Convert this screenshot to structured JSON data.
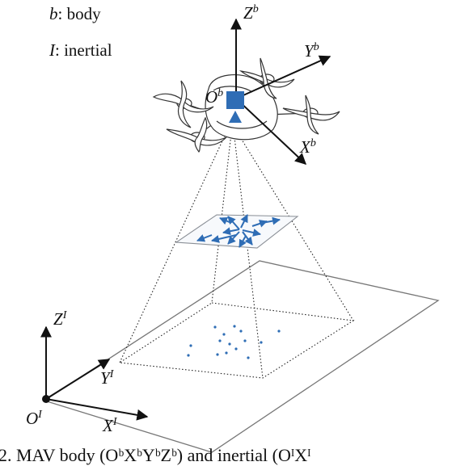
{
  "legend": [
    {
      "symbol": "b",
      "text": ": body"
    },
    {
      "symbol": "I",
      "text": ": inertial"
    }
  ],
  "body_frame": {
    "origin": {
      "base": "O",
      "sup": "b"
    },
    "x": {
      "base": "X",
      "sup": "b"
    },
    "y": {
      "base": "Y",
      "sup": "b"
    },
    "z": {
      "base": "Z",
      "sup": "b"
    }
  },
  "inertial_frame": {
    "origin": {
      "base": "O",
      "sup": "I"
    },
    "x": {
      "base": "X",
      "sup": "I"
    },
    "y": {
      "base": "Y",
      "sup": "I"
    },
    "z": {
      "base": "Z",
      "sup": "I"
    }
  },
  "caption": "2. MAV body (OᵇXᵇYᵇZᵇ) and inertial (OᴵXᴵ",
  "colors": {
    "accent": "#2f6db5",
    "ink": "#111111"
  }
}
